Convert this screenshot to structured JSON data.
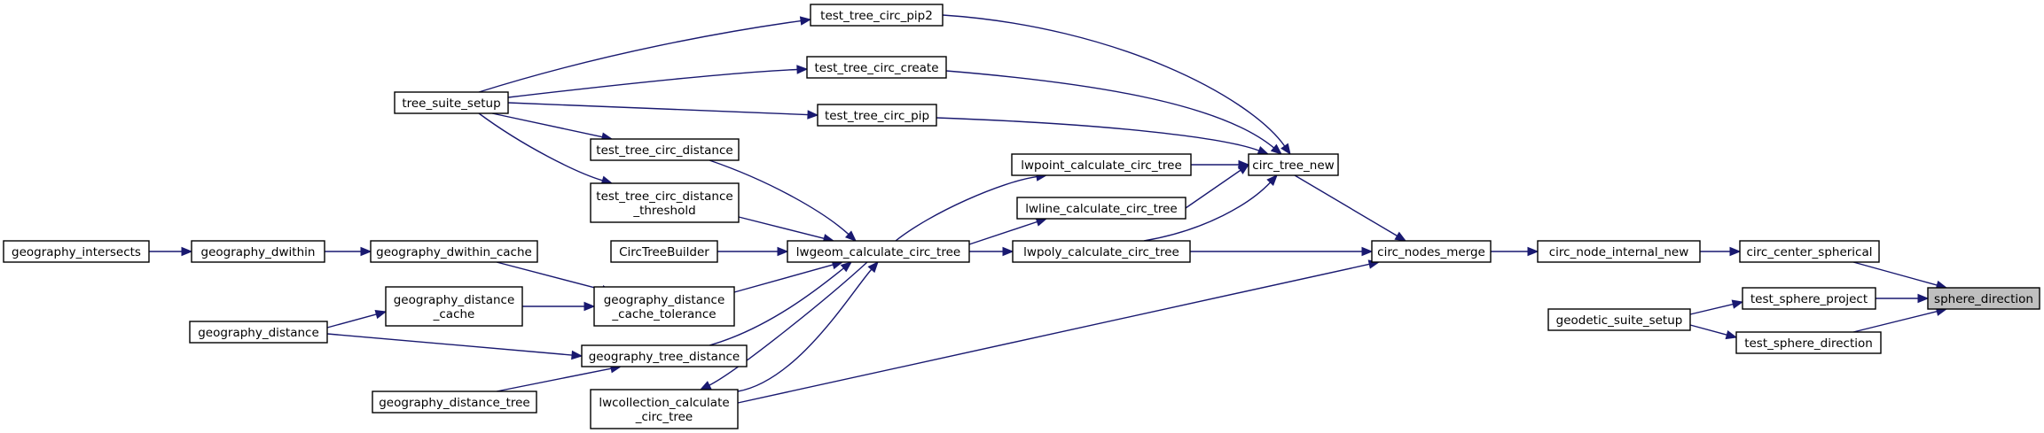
{
  "diagram": {
    "colors": {
      "edge": "#191970",
      "node_border": "#000000",
      "node_fill": "#ffffff",
      "highlight_fill": "#bfbfbf"
    },
    "nodes": [
      {
        "id": "sphere_direction",
        "lines": [
          "sphere_direction"
        ],
        "highlight": true
      },
      {
        "id": "circ_center_spherical",
        "lines": [
          "circ_center_spherical"
        ]
      },
      {
        "id": "test_sphere_project",
        "lines": [
          "test_sphere_project"
        ]
      },
      {
        "id": "test_sphere_direction",
        "lines": [
          "test_sphere_direction"
        ]
      },
      {
        "id": "geodetic_suite_setup",
        "lines": [
          "geodetic_suite_setup"
        ]
      },
      {
        "id": "circ_node_internal_new",
        "lines": [
          "circ_node_internal_new"
        ]
      },
      {
        "id": "circ_nodes_merge",
        "lines": [
          "circ_nodes_merge"
        ]
      },
      {
        "id": "circ_tree_new",
        "lines": [
          "circ_tree_new"
        ]
      },
      {
        "id": "lwpoly_calculate_circ_tree",
        "lines": [
          "lwpoly_calculate_circ_tree"
        ]
      },
      {
        "id": "lwcollection_calculate_circ_tree",
        "lines": [
          "lwcollection_calculate",
          "_circ_tree"
        ]
      },
      {
        "id": "lwpoint_calculate_circ_tree",
        "lines": [
          "lwpoint_calculate_circ_tree"
        ]
      },
      {
        "id": "lwline_calculate_circ_tree",
        "lines": [
          "lwline_calculate_circ_tree"
        ]
      },
      {
        "id": "test_tree_circ_pip2",
        "lines": [
          "test_tree_circ_pip2"
        ]
      },
      {
        "id": "test_tree_circ_create",
        "lines": [
          "test_tree_circ_create"
        ]
      },
      {
        "id": "test_tree_circ_pip",
        "lines": [
          "test_tree_circ_pip"
        ]
      },
      {
        "id": "tree_suite_setup",
        "lines": [
          "tree_suite_setup"
        ]
      },
      {
        "id": "lwgeom_calculate_circ_tree",
        "lines": [
          "lwgeom_calculate_circ_tree"
        ]
      },
      {
        "id": "test_tree_circ_distance",
        "lines": [
          "test_tree_circ_distance"
        ]
      },
      {
        "id": "test_tree_circ_distance_threshold",
        "lines": [
          "test_tree_circ_distance",
          "_threshold"
        ]
      },
      {
        "id": "CircTreeBuilder",
        "lines": [
          "CircTreeBuilder"
        ]
      },
      {
        "id": "geography_dwithin_cache",
        "lines": [
          "geography_dwithin_cache"
        ]
      },
      {
        "id": "geography_distance_cache_tolerance",
        "lines": [
          "geography_distance",
          "_cache_tolerance"
        ]
      },
      {
        "id": "geography_tree_distance",
        "lines": [
          "geography_tree_distance"
        ]
      },
      {
        "id": "geography_dwithin",
        "lines": [
          "geography_dwithin"
        ]
      },
      {
        "id": "geography_intersects",
        "lines": [
          "geography_intersects"
        ]
      },
      {
        "id": "geography_distance_cache",
        "lines": [
          "geography_distance",
          "_cache"
        ]
      },
      {
        "id": "geography_distance",
        "lines": [
          "geography_distance"
        ]
      },
      {
        "id": "geography_distance_tree",
        "lines": [
          "geography_distance_tree"
        ]
      }
    ],
    "edges": [
      {
        "from": "circ_center_spherical",
        "to": "sphere_direction"
      },
      {
        "from": "test_sphere_project",
        "to": "sphere_direction"
      },
      {
        "from": "test_sphere_direction",
        "to": "sphere_direction"
      },
      {
        "from": "geodetic_suite_setup",
        "to": "test_sphere_project"
      },
      {
        "from": "geodetic_suite_setup",
        "to": "test_sphere_direction"
      },
      {
        "from": "circ_node_internal_new",
        "to": "circ_center_spherical"
      },
      {
        "from": "circ_nodes_merge",
        "to": "circ_node_internal_new"
      },
      {
        "from": "circ_tree_new",
        "to": "circ_nodes_merge"
      },
      {
        "from": "lwpoly_calculate_circ_tree",
        "to": "circ_nodes_merge"
      },
      {
        "from": "lwcollection_calculate_circ_tree",
        "to": "circ_nodes_merge"
      },
      {
        "from": "lwpoint_calculate_circ_tree",
        "to": "circ_tree_new"
      },
      {
        "from": "lwline_calculate_circ_tree",
        "to": "circ_tree_new"
      },
      {
        "from": "lwpoly_calculate_circ_tree",
        "to": "circ_tree_new"
      },
      {
        "from": "test_tree_circ_pip2",
        "to": "circ_tree_new"
      },
      {
        "from": "test_tree_circ_create",
        "to": "circ_tree_new"
      },
      {
        "from": "test_tree_circ_pip",
        "to": "circ_tree_new"
      },
      {
        "from": "tree_suite_setup",
        "to": "test_tree_circ_pip2"
      },
      {
        "from": "tree_suite_setup",
        "to": "test_tree_circ_create"
      },
      {
        "from": "tree_suite_setup",
        "to": "test_tree_circ_pip"
      },
      {
        "from": "tree_suite_setup",
        "to": "test_tree_circ_distance"
      },
      {
        "from": "tree_suite_setup",
        "to": "test_tree_circ_distance_threshold"
      },
      {
        "from": "lwgeom_calculate_circ_tree",
        "to": "lwpoint_calculate_circ_tree"
      },
      {
        "from": "lwgeom_calculate_circ_tree",
        "to": "lwline_calculate_circ_tree"
      },
      {
        "from": "lwgeom_calculate_circ_tree",
        "to": "lwpoly_calculate_circ_tree"
      },
      {
        "from": "lwgeom_calculate_circ_tree",
        "to": "lwcollection_calculate_circ_tree"
      },
      {
        "from": "lwcollection_calculate_circ_tree",
        "to": "lwgeom_calculate_circ_tree"
      },
      {
        "from": "test_tree_circ_distance",
        "to": "lwgeom_calculate_circ_tree"
      },
      {
        "from": "test_tree_circ_distance_threshold",
        "to": "lwgeom_calculate_circ_tree"
      },
      {
        "from": "CircTreeBuilder",
        "to": "lwgeom_calculate_circ_tree"
      },
      {
        "from": "geography_distance_cache_tolerance",
        "to": "lwgeom_calculate_circ_tree"
      },
      {
        "from": "geography_tree_distance",
        "to": "lwgeom_calculate_circ_tree"
      },
      {
        "from": "geography_intersects",
        "to": "geography_dwithin"
      },
      {
        "from": "geography_dwithin",
        "to": "geography_dwithin_cache"
      },
      {
        "from": "geography_dwithin_cache",
        "to": "geography_distance_cache_tolerance"
      },
      {
        "from": "geography_distance_cache",
        "to": "geography_distance_cache_tolerance"
      },
      {
        "from": "geography_distance",
        "to": "geography_distance_cache"
      },
      {
        "from": "geography_distance",
        "to": "geography_tree_distance"
      },
      {
        "from": "geography_distance_tree",
        "to": "geography_tree_distance"
      }
    ]
  }
}
